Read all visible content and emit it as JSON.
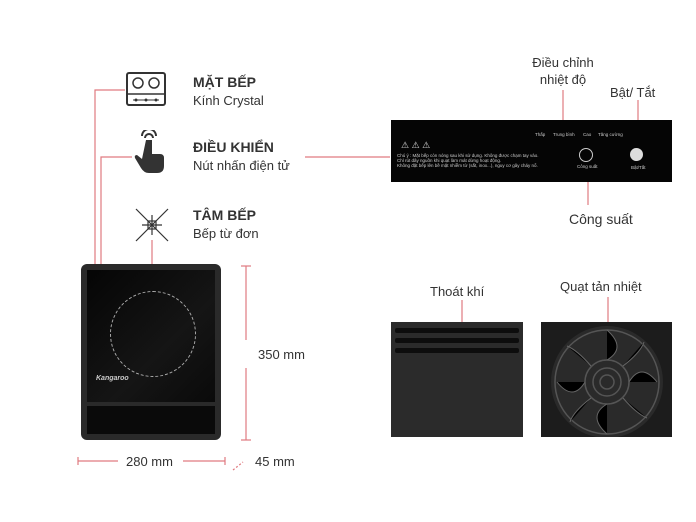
{
  "features": [
    {
      "title": "MẶT BẾP",
      "subtitle": "Kính Crystal",
      "icon": "stove-top-icon"
    },
    {
      "title": "ĐIỀU KHIỂN",
      "subtitle": "Nút nhấn điện tử",
      "icon": "touch-finger-icon"
    },
    {
      "title": "TÂM BẾP",
      "subtitle": "Bếp từ đơn",
      "icon": "center-star-icon"
    }
  ],
  "dimensions": {
    "height": "350 mm",
    "width": "280 mm",
    "depth": "45 mm"
  },
  "cooktop": {
    "brand": "Kangaroo"
  },
  "panel": {
    "callouts": {
      "temperature": "Điều chỉnh nhiệt độ",
      "power_toggle": "Bật/ Tắt",
      "power_level": "Công suất"
    },
    "levels": [
      "Thấp",
      "Trung bình",
      "Cao",
      "Tăng cường"
    ],
    "power_button_label": "Công suất",
    "onoff_button_label": "Bật/Tắt",
    "warning_lines": [
      "Chú ý : Mặt bếp còn nóng sau khi sử dụng. Không được chạm tay vào.",
      "Chỉ rút dây nguồn khi quạt làm mát dừng hoạt động.",
      "Không đặt bếp lên bề mặt nhiễm từ (sắt, inox...), nguy cơ gây cháy nổ."
    ]
  },
  "details": {
    "vent": "Thoát khí",
    "fan": "Quạt tản nhiệt"
  },
  "colors": {
    "accent": "#e07a80",
    "dark": "#333333"
  }
}
